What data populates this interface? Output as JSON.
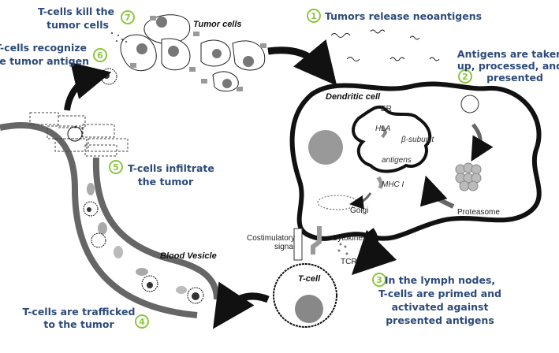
{
  "colors": {
    "step_text": "#2d4a7a",
    "badge": "#8dc63f",
    "membrane": "#111111",
    "vessel": "#666666"
  },
  "steps": [
    {
      "num": "1",
      "lines": [
        "Tumors release neoantigens"
      ]
    },
    {
      "num": "2",
      "lines": [
        "Antigens are taken",
        "up, processed, and",
        "presented"
      ]
    },
    {
      "num": "3",
      "lines": [
        "In the lymph nodes,",
        "T-cells are primed and",
        "activated against",
        "presented antigens"
      ]
    },
    {
      "num": "4",
      "lines": [
        "T-cells are trafficked",
        "to the tumor"
      ]
    },
    {
      "num": "5",
      "lines": [
        "T-cells infiltrate",
        "the tumor"
      ]
    },
    {
      "num": "6",
      "lines": [
        "T-cells recognize",
        "the tumor antigen"
      ]
    },
    {
      "num": "7",
      "lines": [
        "T-cells kill the",
        "tumor cells"
      ]
    }
  ],
  "labels": {
    "tumor_cells": "Tumor cells",
    "dendritic_cell": "Dendritic cell",
    "er": "ER",
    "hla": "HLA",
    "beta_subunit": "β-subunit",
    "antigens": "antigens",
    "mhc": "MHC I",
    "golgi": "Golgi",
    "proteasome": "Proteasome",
    "costim_1": "Costimulatory",
    "costim_2": "signal",
    "cytokines": "Cytokines",
    "tcr": "TCR",
    "tcell": "T-cell",
    "blood_vesicle": "Blood Vesicle"
  }
}
